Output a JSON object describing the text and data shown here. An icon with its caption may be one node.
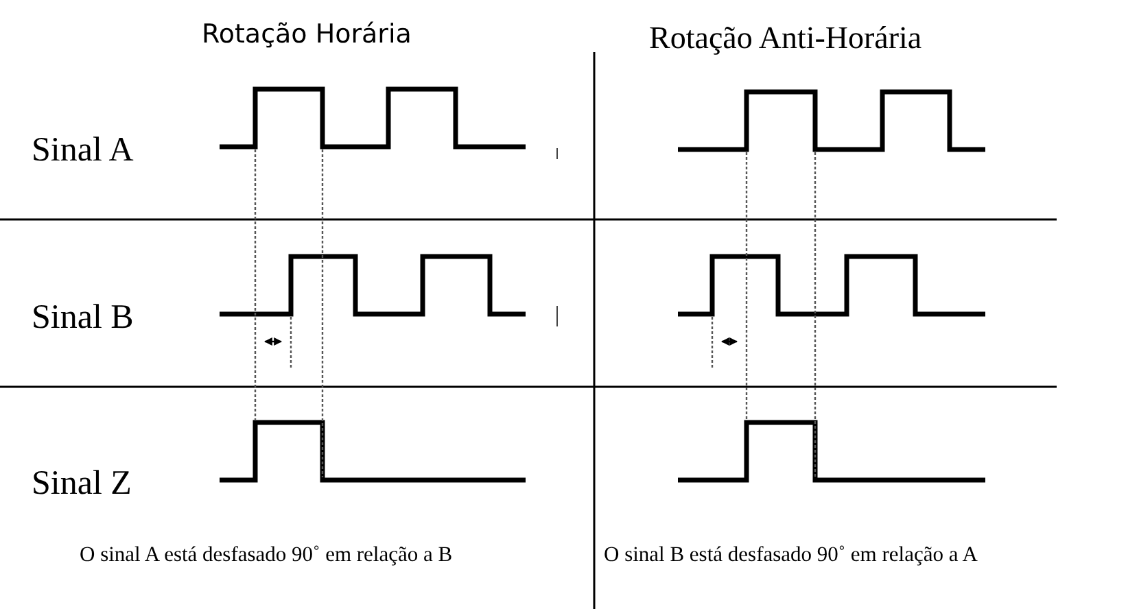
{
  "diagram": {
    "labels": [
      "Rotação Horária",
      "Rotação Anti-Horária",
      "Sinal A",
      "Sinal B",
      "Sinal Z",
      "O sinal A está desfasado 90˚ em relação a B",
      "O sinal B está desfasado 90˚ em relação a A"
    ]
  }
}
